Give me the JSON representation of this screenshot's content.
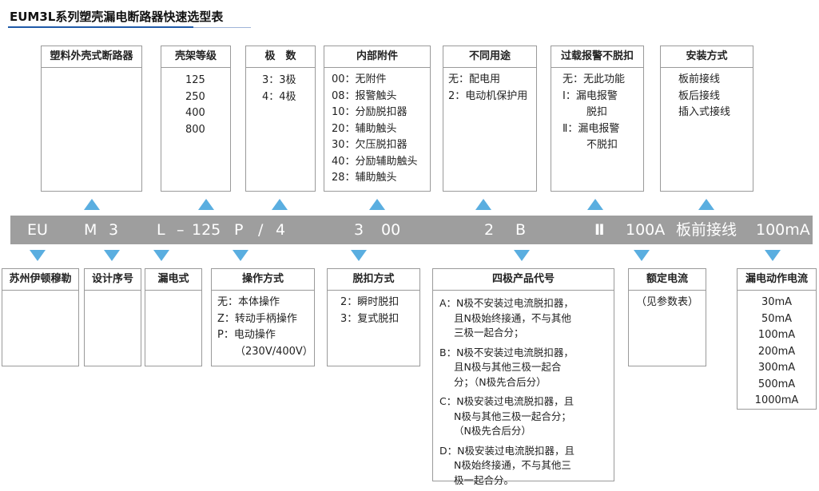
{
  "title": "EUM3L系列塑壳漏电断路器快速选型表",
  "top_boxes": {
    "type": {
      "header": "塑料外壳式断路器",
      "lines": []
    },
    "frame": {
      "header": "壳架等级",
      "lines": [
        "125",
        "250",
        "400",
        "800"
      ]
    },
    "poles": {
      "header": "极　数",
      "lines": [
        "3：3极",
        "4：4极"
      ]
    },
    "accessory": {
      "header": "内部附件",
      "lines": [
        "00：无附件",
        "08：报警触头",
        "10：分励脱扣器",
        "20：辅助触头",
        "30：欠压脱扣器",
        "40：分励辅助触头",
        "28：辅助触头"
      ]
    },
    "usage": {
      "header": "不同用途",
      "lines": [
        "无：配电用",
        "2：电动机保护用"
      ]
    },
    "overload": {
      "header": "过载报警不脱扣",
      "lines": [
        "无：无此功能",
        "Ⅰ：漏电报警",
        "脱扣",
        "Ⅱ：漏电报警",
        "不脱扣"
      ]
    },
    "install": {
      "header": "安装方式",
      "lines": [
        "板前接线",
        "板后接线",
        "插入式接线"
      ]
    }
  },
  "code": {
    "eu": "EU",
    "m": "M",
    "three": "3",
    "l": "L",
    "dash": "–",
    "num": "125",
    "p": "P",
    "slash": "/",
    "four": "4",
    "three2": "3",
    "zero": "00",
    "two": "2",
    "b": "B",
    "roman": "Ⅱ",
    "current": "100A",
    "mount": "板前接线",
    "ma": "100mA"
  },
  "bottom_boxes": {
    "maker": {
      "header": "苏州伊顿穆勒",
      "lines": []
    },
    "serial": {
      "header": "设计序号",
      "lines": []
    },
    "leak": {
      "header": "漏电式",
      "lines": []
    },
    "operation": {
      "header": "操作方式",
      "lines": [
        "无：本体操作",
        "Z：转动手柄操作",
        "P：电动操作",
        "（230V/400V）"
      ]
    },
    "trip": {
      "header": "脱扣方式",
      "lines": [
        "2：瞬时脱扣",
        "3：复式脱扣"
      ]
    },
    "fourpole": {
      "header": "四极产品代号",
      "lines": [
        "A：N极不安装过电流脱扣器，",
        "且N极始终接通，不与其他",
        "三极一起合分；",
        "B：N极不安装过电流脱扣器，",
        "且N极与其他三极一起合",
        "分；（N极先合后分）",
        "C：N极安装过电流脱扣器，且",
        "N极与其他三极一起合分；",
        "（N极先合后分）",
        "D：N极安装过电流脱扣器，且",
        "N极始终接通，不与其他三",
        "极一起合分。"
      ]
    },
    "rated": {
      "header": "额定电流",
      "lines": [
        "（见参数表）"
      ]
    },
    "leakcur": {
      "header": "漏电动作电流",
      "lines": [
        "30mA",
        "50mA",
        "100mA",
        "200mA",
        "300mA",
        "500mA",
        "1000mA"
      ]
    }
  },
  "colors": {
    "arrow": "#5aaee0",
    "band": "#9e9e9e",
    "title_rule": "#1f5aa8"
  }
}
